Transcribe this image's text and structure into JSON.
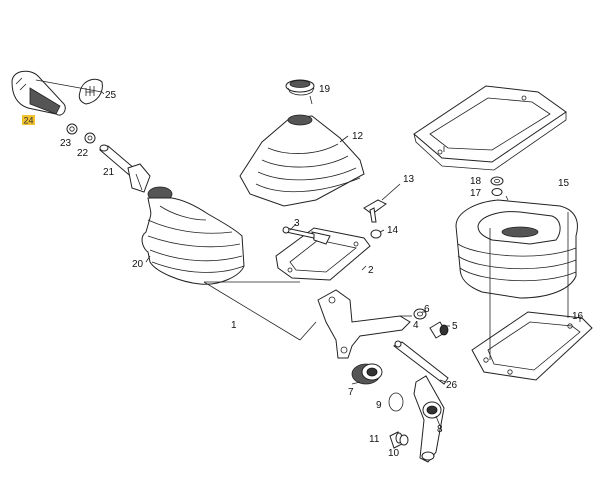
{
  "diagram": {
    "highlighted_part": "24",
    "labels": [
      "25",
      "23",
      "22",
      "21",
      "20",
      "19",
      "12",
      "13",
      "14",
      "3",
      "2",
      "1",
      "4",
      "6",
      "5",
      "7",
      "9",
      "8",
      "11",
      "10",
      "18",
      "17",
      "15",
      "16",
      "26"
    ]
  }
}
